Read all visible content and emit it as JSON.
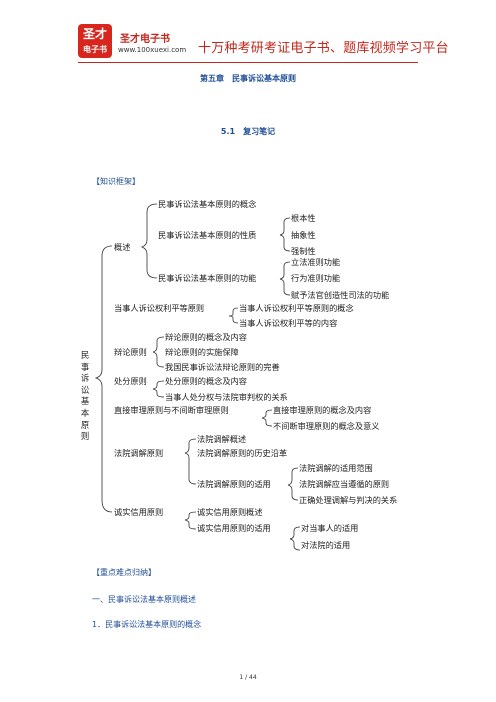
{
  "header": {
    "logo_line1": "圣才",
    "logo_line2": "电子书",
    "brand_name": "圣才电子书",
    "brand_url": "www.100xuexi.com",
    "slogan": "十万种考研考证电子书、题库视频学习平台"
  },
  "chapter_title": "第五章　民事诉讼基本原则",
  "section_title": "5.1　复习笔记",
  "framework_heading": "【知识框架】",
  "tree": {
    "root": "民事诉讼基本原则",
    "overview": {
      "label": "概述",
      "concept": "民事诉讼法基本原则的概念",
      "nature": "民事诉讼法基本原则的性质",
      "nature_items": [
        "根本性",
        "抽象性",
        "强制性"
      ],
      "function": "民事诉讼法基本原则的功能",
      "function_items": [
        "立法准则功能",
        "行为准则功能",
        "赋予法官创造性司法的功能"
      ]
    },
    "equality": {
      "label": "当事人诉讼权利平等原则",
      "items": [
        "当事人诉讼权利平等原则的概念",
        "当事人诉讼权利平等的内容"
      ]
    },
    "debate": {
      "label": "辩论原则",
      "items": [
        "辩论原则的概念及内容",
        "辩论原则的实施保障",
        "我国民事诉讼法辩论原则的完善"
      ]
    },
    "disposition": {
      "label": "处分原则",
      "items": [
        "处分原则的概念及内容",
        "当事人处分权与法院审判权的关系"
      ]
    },
    "direct": {
      "label": "直接审理原则与不间断审理原则",
      "items": [
        "直接审理原则的概念及内容",
        "不间断审理原则的概念及意义"
      ]
    },
    "mediation": {
      "label": "法院调解原则",
      "overview": "法院调解概述",
      "history": "法院调解原则的历史沿革",
      "application": "法院调解原则的适用",
      "application_items": [
        "法院调解的适用范围",
        "法院调解应当遵循的原则",
        "正确处理调解与判决的关系"
      ]
    },
    "good_faith": {
      "label": "诚实信用原则",
      "overview": "诚实信用原则概述",
      "application": "诚实信用原则的适用",
      "application_items": [
        "对当事人的适用",
        "对法院的适用"
      ]
    }
  },
  "key_points_heading": "【重点难点归纳】",
  "heading_one": "一、民事诉讼法基本原则概述",
  "heading_one_one": "1．民事诉讼法基本原则的概念",
  "page_number": "1 / 44",
  "colors": {
    "brand_red": "#c2281d",
    "heading_blue": "#1f4e96"
  }
}
